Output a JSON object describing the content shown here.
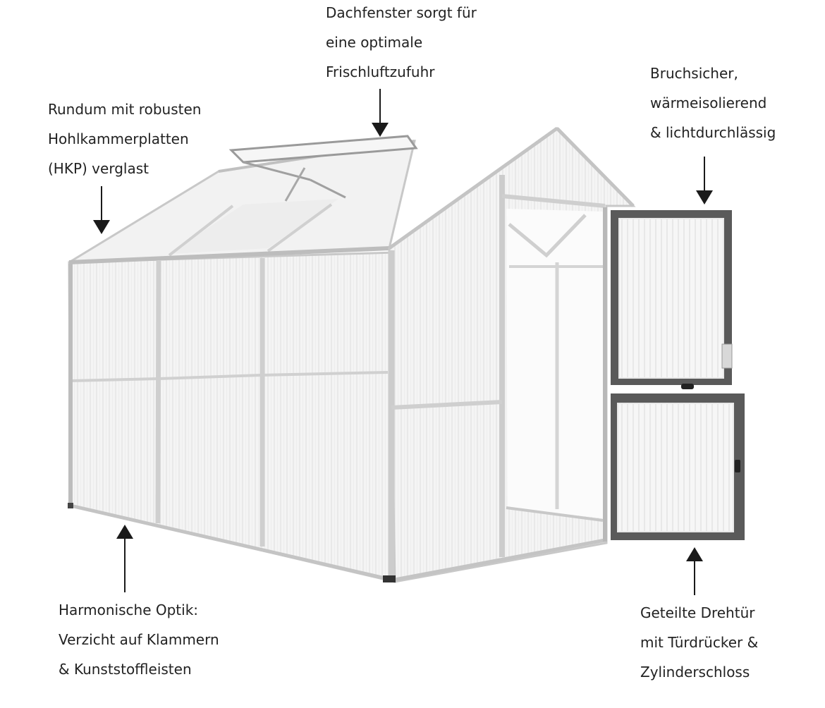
{
  "colors": {
    "text": "#222222",
    "frame": "#c8c8c8",
    "frame_dark": "#8c8c8c",
    "panel": "#f1f1f1",
    "panel_shade": "#e4e4e4",
    "door_frame": "#5a5a5a",
    "arrow": "#1a1a1a"
  },
  "callouts": {
    "roof_vent": [
      "Dachfenster sorgt für",
      "eine optimale",
      "Frischluftzufuhr"
    ],
    "panels": [
      "Rundum mit robusten",
      "Hohlkammerplatten",
      "(HKP) verglast"
    ],
    "shatterproof": [
      "Bruchsicher,",
      "wärmeisolierend",
      "& lichtdurchlässig"
    ],
    "optics": [
      "Harmonische Optik:",
      "Verzicht auf Klammern",
      "& Kunststoffleisten"
    ],
    "door": [
      "Geteilte Drehtür",
      "mit Türdrücker &",
      "Zylinderschloss"
    ]
  }
}
